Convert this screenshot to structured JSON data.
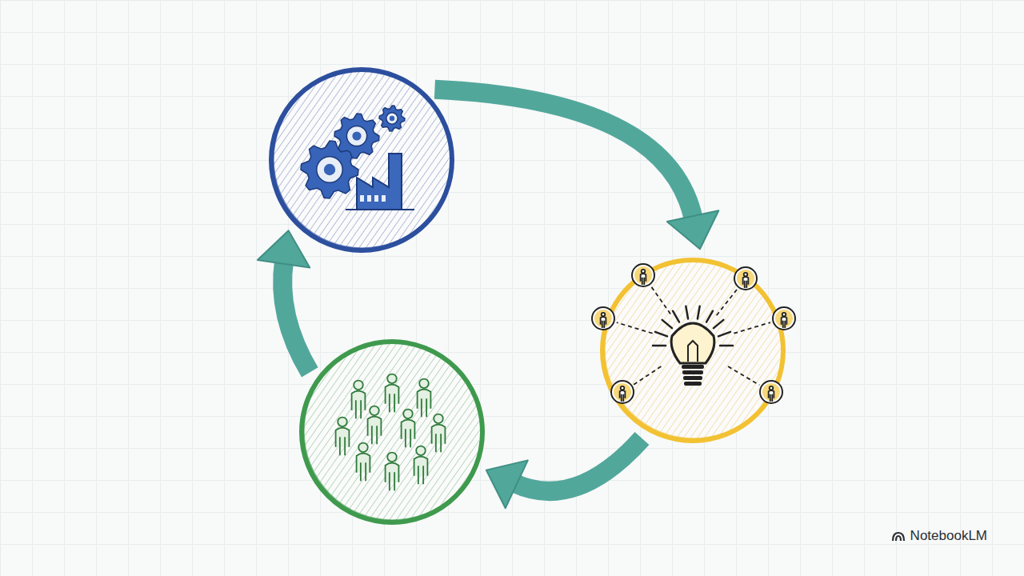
{
  "diagram": {
    "nodes": [
      {
        "text": []
      },
      {
        "text": []
      },
      {
        "text": []
      }
    ],
    "edges": [
      {
        "from": 0,
        "to": 1,
        "arrow": "to"
      },
      {
        "from": 1,
        "to": 2,
        "arrow": "to"
      },
      {
        "from": 2,
        "to": 0,
        "arrow": "to"
      }
    ],
    "labels": [
      "NotebookLM"
    ]
  }
}
